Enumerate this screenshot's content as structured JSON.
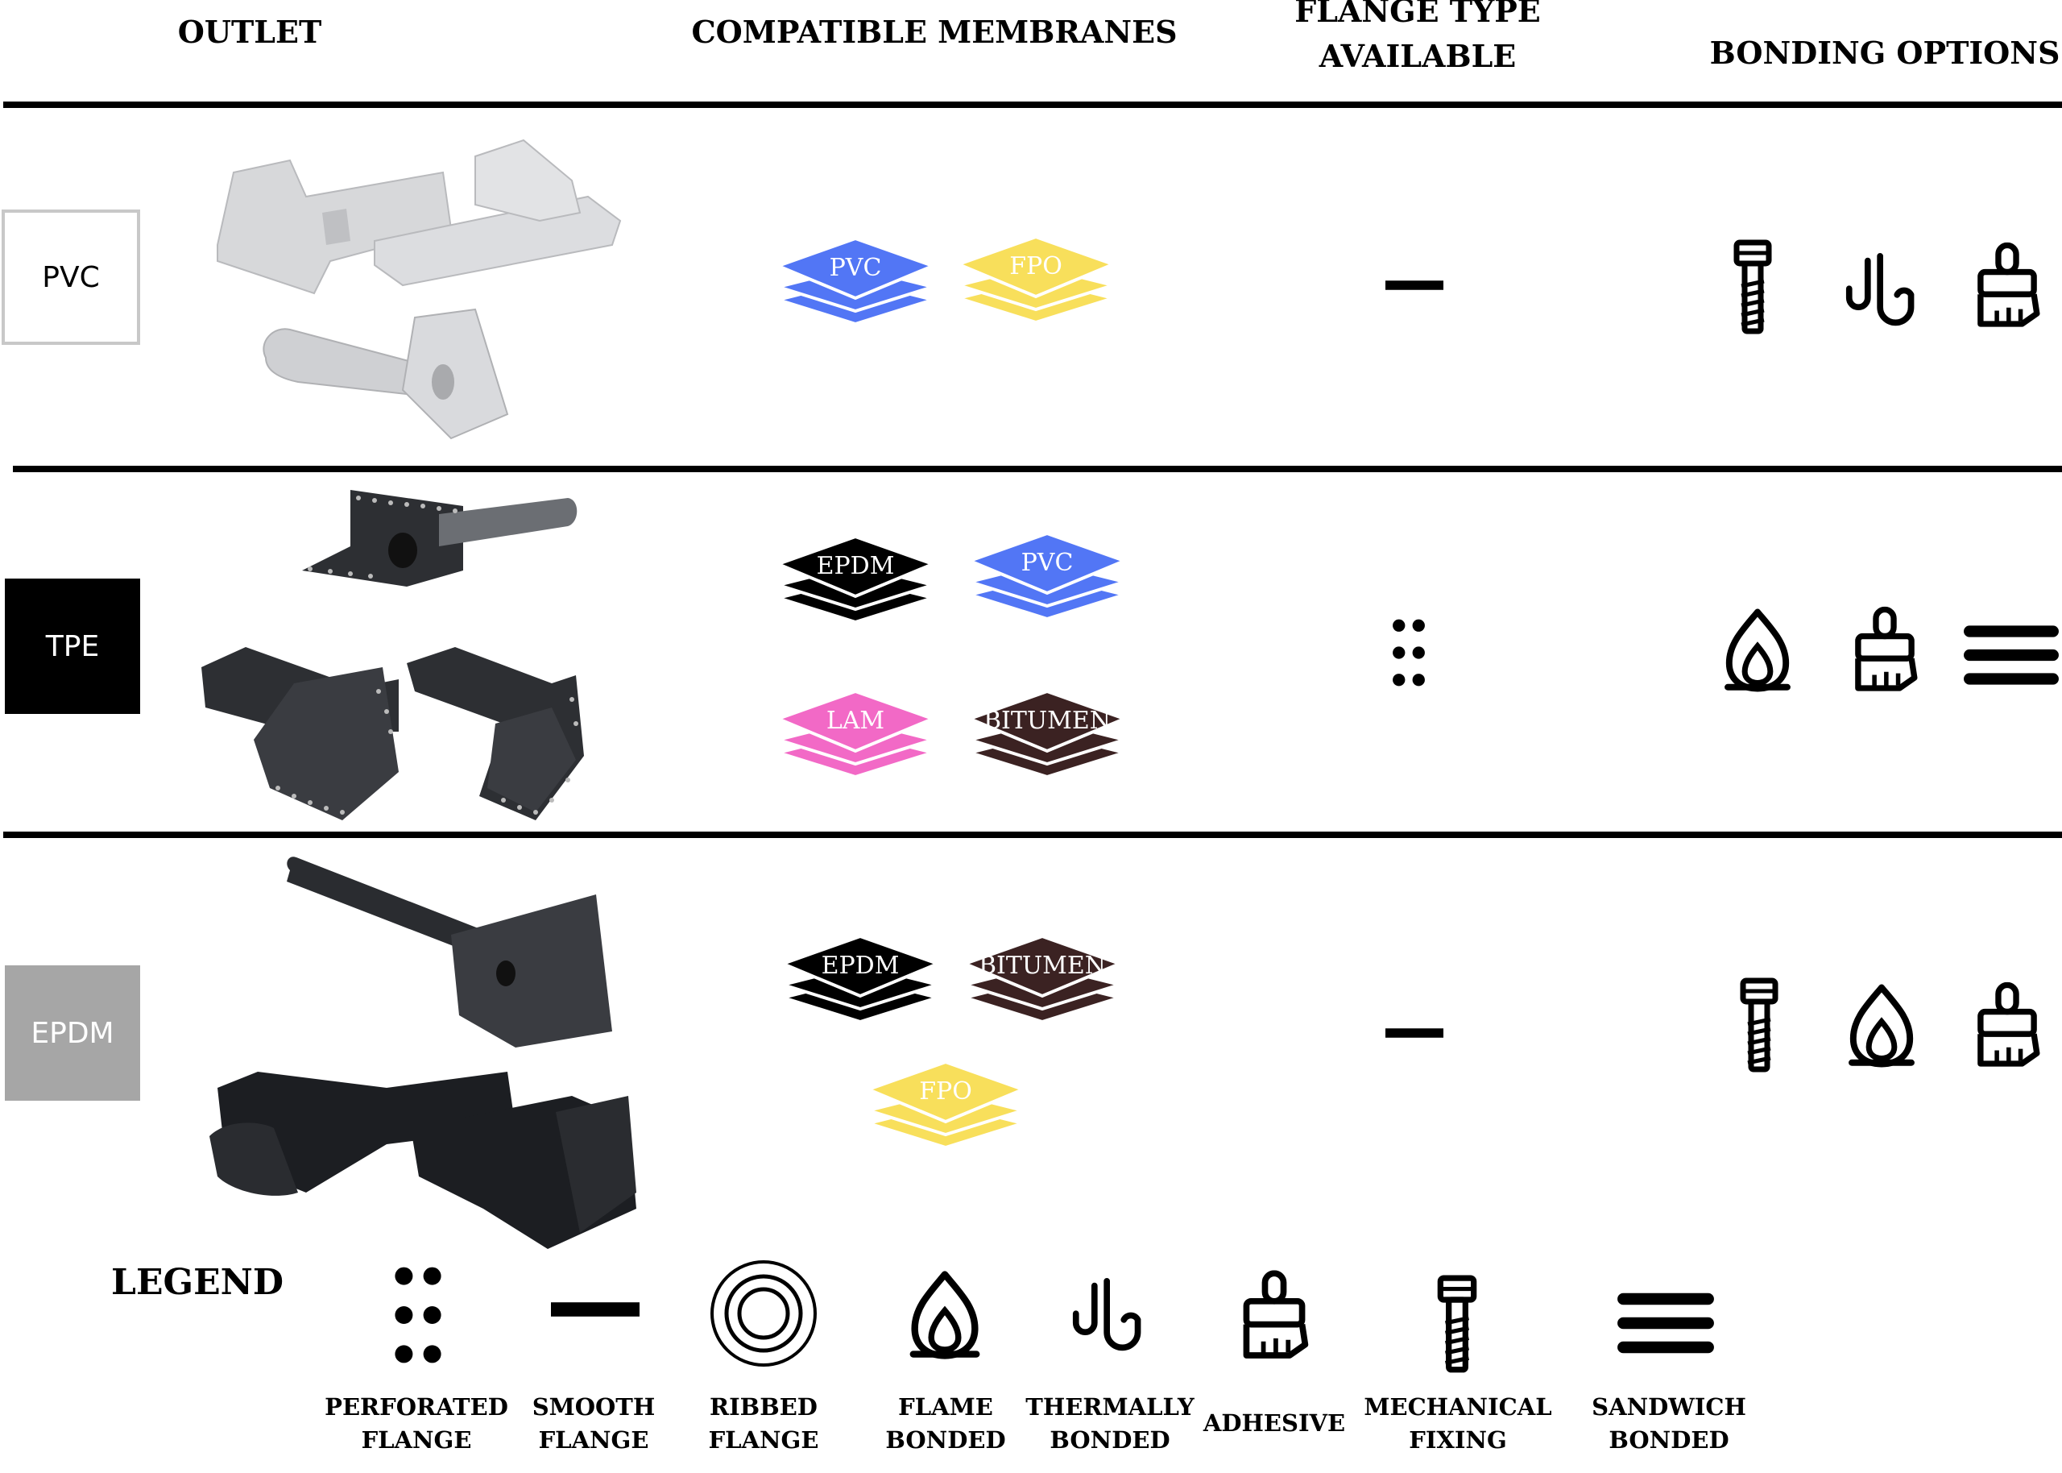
{
  "headers": {
    "outlet": "OUTLET",
    "membranes": "COMPATIBLE MEMBRANES",
    "flange_line1": "FLANGE TYPE",
    "flange_line2": "AVAILABLE",
    "bonding": "BONDING OPTIONS"
  },
  "colors": {
    "pvc": "#5276f5",
    "fpo": "#f8df5b",
    "epdm": "#000000",
    "lam": "#f269c6",
    "bitumen": "#3b2222",
    "pvc_box_border": "#c8c8c8",
    "epdm_box": "#a6a6a6",
    "pvc_part": "#d7d8da",
    "tpe_part": "#2d2f33",
    "epdm_part": "#1c1e22"
  },
  "rows": [
    {
      "material": "PVC",
      "membranes": [
        "PVC",
        "FPO"
      ],
      "flange": "smooth-flange-icon",
      "bonding": [
        "mechanical-fixing-icon",
        "thermally-bonded-icon",
        "adhesive-icon"
      ]
    },
    {
      "material": "TPE",
      "membranes": [
        "EPDM",
        "PVC",
        "LAM",
        "BITUMEN"
      ],
      "flange": "perforated-flange-icon",
      "bonding": [
        "flame-bonded-icon",
        "adhesive-icon",
        "sandwich-bonded-icon"
      ]
    },
    {
      "material": "EPDM",
      "membranes": [
        "EPDM",
        "BITUMEN",
        "FPO"
      ],
      "flange": "smooth-flange-icon",
      "bonding": [
        "mechanical-fixing-icon",
        "flame-bonded-icon",
        "adhesive-icon"
      ]
    }
  ],
  "legend": {
    "title": "LEGEND",
    "items": [
      {
        "icon": "perforated-flange-icon",
        "line1": "PERFORATED",
        "line2": "FLANGE"
      },
      {
        "icon": "smooth-flange-icon",
        "line1": "SMOOTH",
        "line2": "FLANGE"
      },
      {
        "icon": "ribbed-flange-icon",
        "line1": "RIBBED",
        "line2": "FLANGE"
      },
      {
        "icon": "flame-bonded-icon",
        "line1": "FLAME",
        "line2": "BONDED"
      },
      {
        "icon": "thermally-bonded-icon",
        "line1": "THERMALLY",
        "line2": "BONDED"
      },
      {
        "icon": "adhesive-icon",
        "line1": "ADHESIVE",
        "line2": ""
      },
      {
        "icon": "mechanical-fixing-icon",
        "line1": "MECHANICAL",
        "line2": "FIXING"
      },
      {
        "icon": "sandwich-bonded-icon",
        "line1": "SANDWICH",
        "line2": "BONDED"
      }
    ]
  }
}
